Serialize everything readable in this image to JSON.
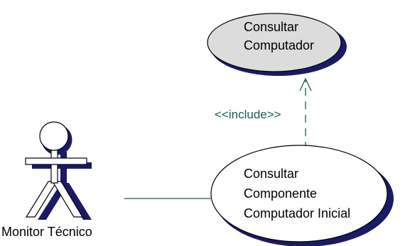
{
  "diagram": {
    "actor": {
      "label": "Monitor Técnico"
    },
    "use_cases": [
      {
        "lines": [
          "Consultar",
          "Computador"
        ],
        "fill": "#dcdcdc"
      },
      {
        "lines": [
          "Consultar",
          "Componente",
          "Computador Inicial"
        ],
        "fill": "#ffffff"
      }
    ],
    "relationship": {
      "stereotype": "<<include>>"
    },
    "colors": {
      "shadow": "#1a1a66",
      "connector": "#1f5a52",
      "outline": "#000000"
    }
  }
}
